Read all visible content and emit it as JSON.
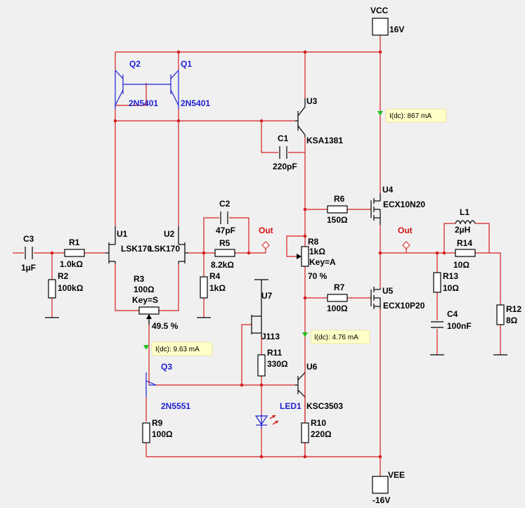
{
  "rails": {
    "vcc_name": "VCC",
    "vcc_value": "16V",
    "vee_name": "VEE",
    "vee_value": "-16V"
  },
  "components": {
    "q1": {
      "name": "Q1",
      "part": "2N5401"
    },
    "q2": {
      "name": "Q2",
      "part": "2N5401"
    },
    "q3": {
      "name": "Q3",
      "part": "2N5551"
    },
    "u1": {
      "name": "U1",
      "part": "LSK170"
    },
    "u2": {
      "name": "U2",
      "part": "LSK170"
    },
    "u3": {
      "name": "U3",
      "part": "KSA1381"
    },
    "u4": {
      "name": "U4",
      "part": "ECX10N20"
    },
    "u5": {
      "name": "U5",
      "part": "ECX10P20"
    },
    "u6": {
      "name": "U6",
      "part": "KSC3503"
    },
    "u7": {
      "name": "U7",
      "part": "J113"
    },
    "led1": {
      "name": "LED1"
    },
    "c1": {
      "name": "C1",
      "value": "220pF"
    },
    "c2": {
      "name": "C2",
      "value": "47pF"
    },
    "c3": {
      "name": "C3",
      "value": "1µF"
    },
    "c4": {
      "name": "C4",
      "value": "100nF"
    },
    "l1": {
      "name": "L1",
      "value": "2µH"
    },
    "r1": {
      "name": "R1",
      "value": "1.0kΩ"
    },
    "r2": {
      "name": "R2",
      "value": "100kΩ"
    },
    "r3": {
      "name": "R3",
      "value": "100Ω",
      "key": "Key=S",
      "setting": "49.5 %"
    },
    "r4": {
      "name": "R4",
      "value": "1kΩ"
    },
    "r5": {
      "name": "R5",
      "value": "8.2kΩ"
    },
    "r6": {
      "name": "R6",
      "value": "150Ω"
    },
    "r7": {
      "name": "R7",
      "value": "100Ω"
    },
    "r8": {
      "name": "R8",
      "value": "1kΩ",
      "key": "Key=A",
      "setting": "70 %"
    },
    "r9": {
      "name": "R9",
      "value": "100Ω"
    },
    "r10": {
      "name": "R10",
      "value": "220Ω"
    },
    "r11": {
      "name": "R11",
      "value": "330Ω"
    },
    "r12": {
      "name": "R12",
      "value": "8Ω"
    },
    "r13": {
      "name": "R13",
      "value": "10Ω"
    },
    "r14": {
      "name": "R14",
      "value": "10Ω"
    }
  },
  "probes": {
    "p1": "I(dc): 867 mA",
    "p2": "I(dc): 4.76 mA",
    "p3": "I(dc): 9.63 mA"
  },
  "outputs": {
    "out1": "Out",
    "out2": "Out"
  },
  "colors": {
    "wire": "#d62020",
    "component": "#000000",
    "label_blue": "#1e1ed2",
    "probe_bg": "#ffffc8",
    "probe_arrow": "#22c022"
  }
}
